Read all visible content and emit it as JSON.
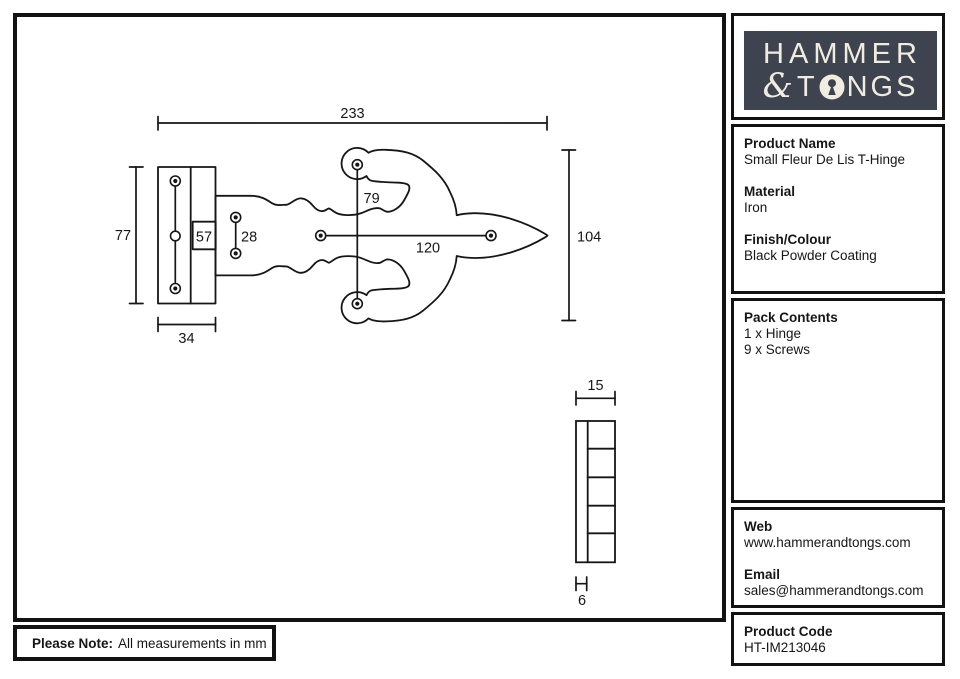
{
  "colors": {
    "ink": "#161616",
    "logo_bg": "#3d4450",
    "logo_fg": "#f1ece0"
  },
  "logo": {
    "line1": "HAMMER",
    "ampersand": "&",
    "tongs_before_o": "T",
    "tongs_after_o": "NGS"
  },
  "panel": {
    "product_name": {
      "label": "Product Name",
      "value": "Small Fleur De Lis T-Hinge"
    },
    "material": {
      "label": "Material",
      "value": "Iron"
    },
    "finish": {
      "label": "Finish/Colour",
      "value": "Black Powder Coating"
    },
    "pack_contents": {
      "label": "Pack Contents",
      "items": [
        "1 x Hinge",
        "9 x Screws"
      ]
    },
    "web": {
      "label": "Web",
      "value": "www.hammerandtongs.com"
    },
    "email": {
      "label": "Email",
      "value": "sales@hammerandtongs.com"
    },
    "product_code": {
      "label": "Product Code",
      "value": "HT-IM213046"
    }
  },
  "note": {
    "label": "Please Note:",
    "text": "All measurements in mm"
  },
  "drawing": {
    "front_view": {
      "overall_length_mm": "233",
      "plate_height_mm": "77",
      "plate_width_mm": "34",
      "knuckle_height_mm": "57",
      "plate_hole_spacing_mm": "28",
      "fleur_hole_spacing_mm": "79",
      "strap_hole_spacing_mm": "120",
      "fleur_height_mm": "104"
    },
    "side_view": {
      "width_mm": "15",
      "thickness_mm": "6"
    }
  }
}
